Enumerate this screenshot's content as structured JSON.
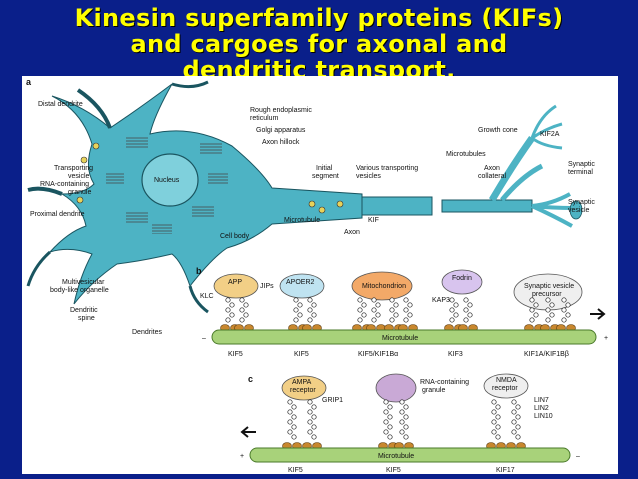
{
  "title": {
    "line1": "Kinesin superfamily proteins (KIFs)",
    "line2": "and cargoes for axonal and",
    "line3": "dendritic transport."
  },
  "panel_a": {
    "label": "a",
    "labels": {
      "distal_dendrite": "Distal dendrite",
      "transporting_vesicle_1": "Transporting",
      "transporting_vesicle_2": "vesicle",
      "rna_granule_1": "RNA-containing",
      "rna_granule_2": "granule",
      "proximal_dendrite": "Proximal dendrite",
      "nucleus": "Nucleus",
      "rough_er_1": "Rough endoplasmic",
      "rough_er_2": "reticulum",
      "golgi": "Golgi apparatus",
      "axon_hillock": "Axon hillock",
      "initial_segment_1": "Initial",
      "initial_segment_2": "segment",
      "various_vesicles_1": "Various transporting",
      "various_vesicles_2": "vesicles",
      "microtubule": "Microtubule",
      "kif": "KIF",
      "axon": "Axon",
      "cell_body": "Cell body",
      "growth_cone": "Growth cone",
      "kif2a": "KIF2A",
      "microtubules": "Microtubules",
      "axon_collateral_1": "Axon",
      "axon_collateral_2": "collateral",
      "synaptic_terminal_1": "Synaptic",
      "synaptic_terminal_2": "terminal",
      "synaptic_vesicle_1": "Synaptic",
      "synaptic_vesicle_2": "vesicle",
      "mvb_1": "Multivesicular",
      "mvb_2": "body-like organelle",
      "dendritic_spine_1": "Dendritic",
      "dendritic_spine_2": "spine",
      "dendrites": "Dendrites"
    }
  },
  "panel_b": {
    "label": "b",
    "cargo_labels": {
      "app": "APP",
      "jip": "JIPs",
      "apoer2": "APOER2",
      "mitochondrion": "Mitochondrion",
      "fodrin": "Fodrin",
      "synaptic_precursor_1": "Synaptic vesicle",
      "synaptic_precursor_2": "precursor",
      "klc": "KLC",
      "kap3": "KAP3"
    },
    "track_label": "Microtubule",
    "minus": "–",
    "plus": "+",
    "motors": [
      "KIF5",
      "KIF5",
      "KIF5/KIF1Bα",
      "KIF3",
      "KIF1A/KIF1Bβ"
    ]
  },
  "panel_c": {
    "label": "c",
    "cargo_labels": {
      "ampa_1": "AMPA",
      "ampa_2": "receptor",
      "grip1": "GRIP1",
      "rna_granule_1": "RNA-containing",
      "rna_granule_2": "granule",
      "nmda_1": "NMDA",
      "nmda_2": "receptor",
      "lin7": "LIN7",
      "lin2": "LIN2",
      "lin10": "LIN10"
    },
    "track_label": "Microtubule",
    "plus": "+",
    "minus": "–",
    "motors": [
      "KIF5",
      "KIF5",
      "KIF17"
    ]
  }
}
